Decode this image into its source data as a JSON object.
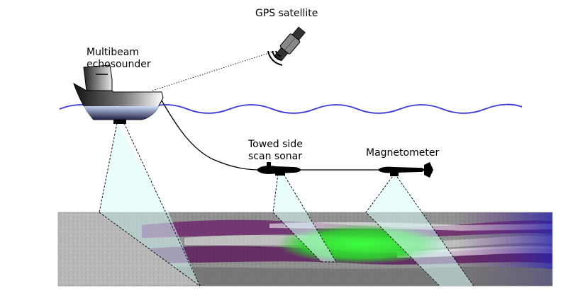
{
  "labels": {
    "gps": "GPS satellite",
    "multibeam_line1": "Multibeam",
    "multibeam_line2": "echosounder",
    "sidescan_line1": "Towed side",
    "sidescan_line2": "scan sonar",
    "magnetometer": "Magnetometer"
  },
  "colors": {
    "water_line": "#3a3adc",
    "beam_fill": "#d8fbfb",
    "hull_dark": "#111111",
    "hull_light": "#ffffff",
    "seabed_grey": "#b4b4b4",
    "anomaly_green": "#2ef52e",
    "anomaly_purple": "#6a1a6a",
    "anomaly_blue": "#2020b0",
    "cable": "#000000"
  },
  "icons": {
    "vessel": "survey-ship-icon",
    "satellite": "satellite-icon",
    "sidescan": "towfish-icon",
    "magnetometer": "magnetometer-towfish-icon"
  }
}
